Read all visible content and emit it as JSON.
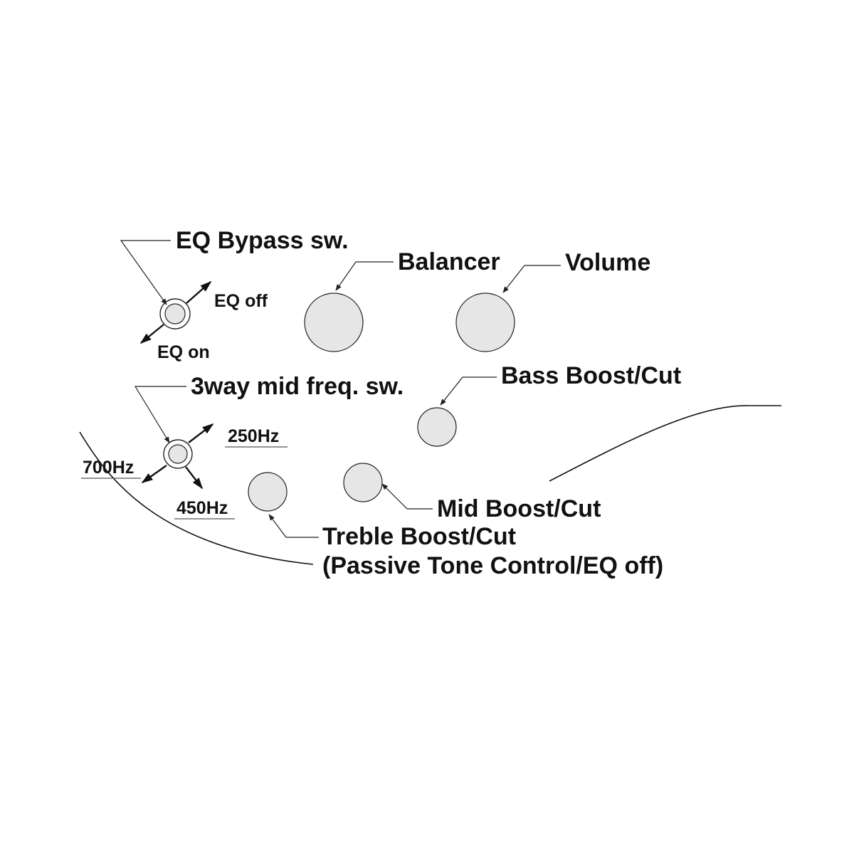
{
  "labels": {
    "eq_bypass": "EQ Bypass sw.",
    "eq_off": "EQ off",
    "eq_on": "EQ on",
    "balancer": "Balancer",
    "volume": "Volume",
    "mid_freq_switch": "3way mid freq. sw.",
    "bass": "Bass Boost/Cut",
    "freq_250": "250Hz",
    "freq_700": "700Hz",
    "freq_450": "450Hz",
    "mid": "Mid Boost/Cut",
    "treble": "Treble Boost/Cut",
    "treble_note": "(Passive Tone Control/EQ off)"
  },
  "colors": {
    "knob_fill": "#e6e6e6",
    "line": "#222222",
    "text": "#111111"
  }
}
